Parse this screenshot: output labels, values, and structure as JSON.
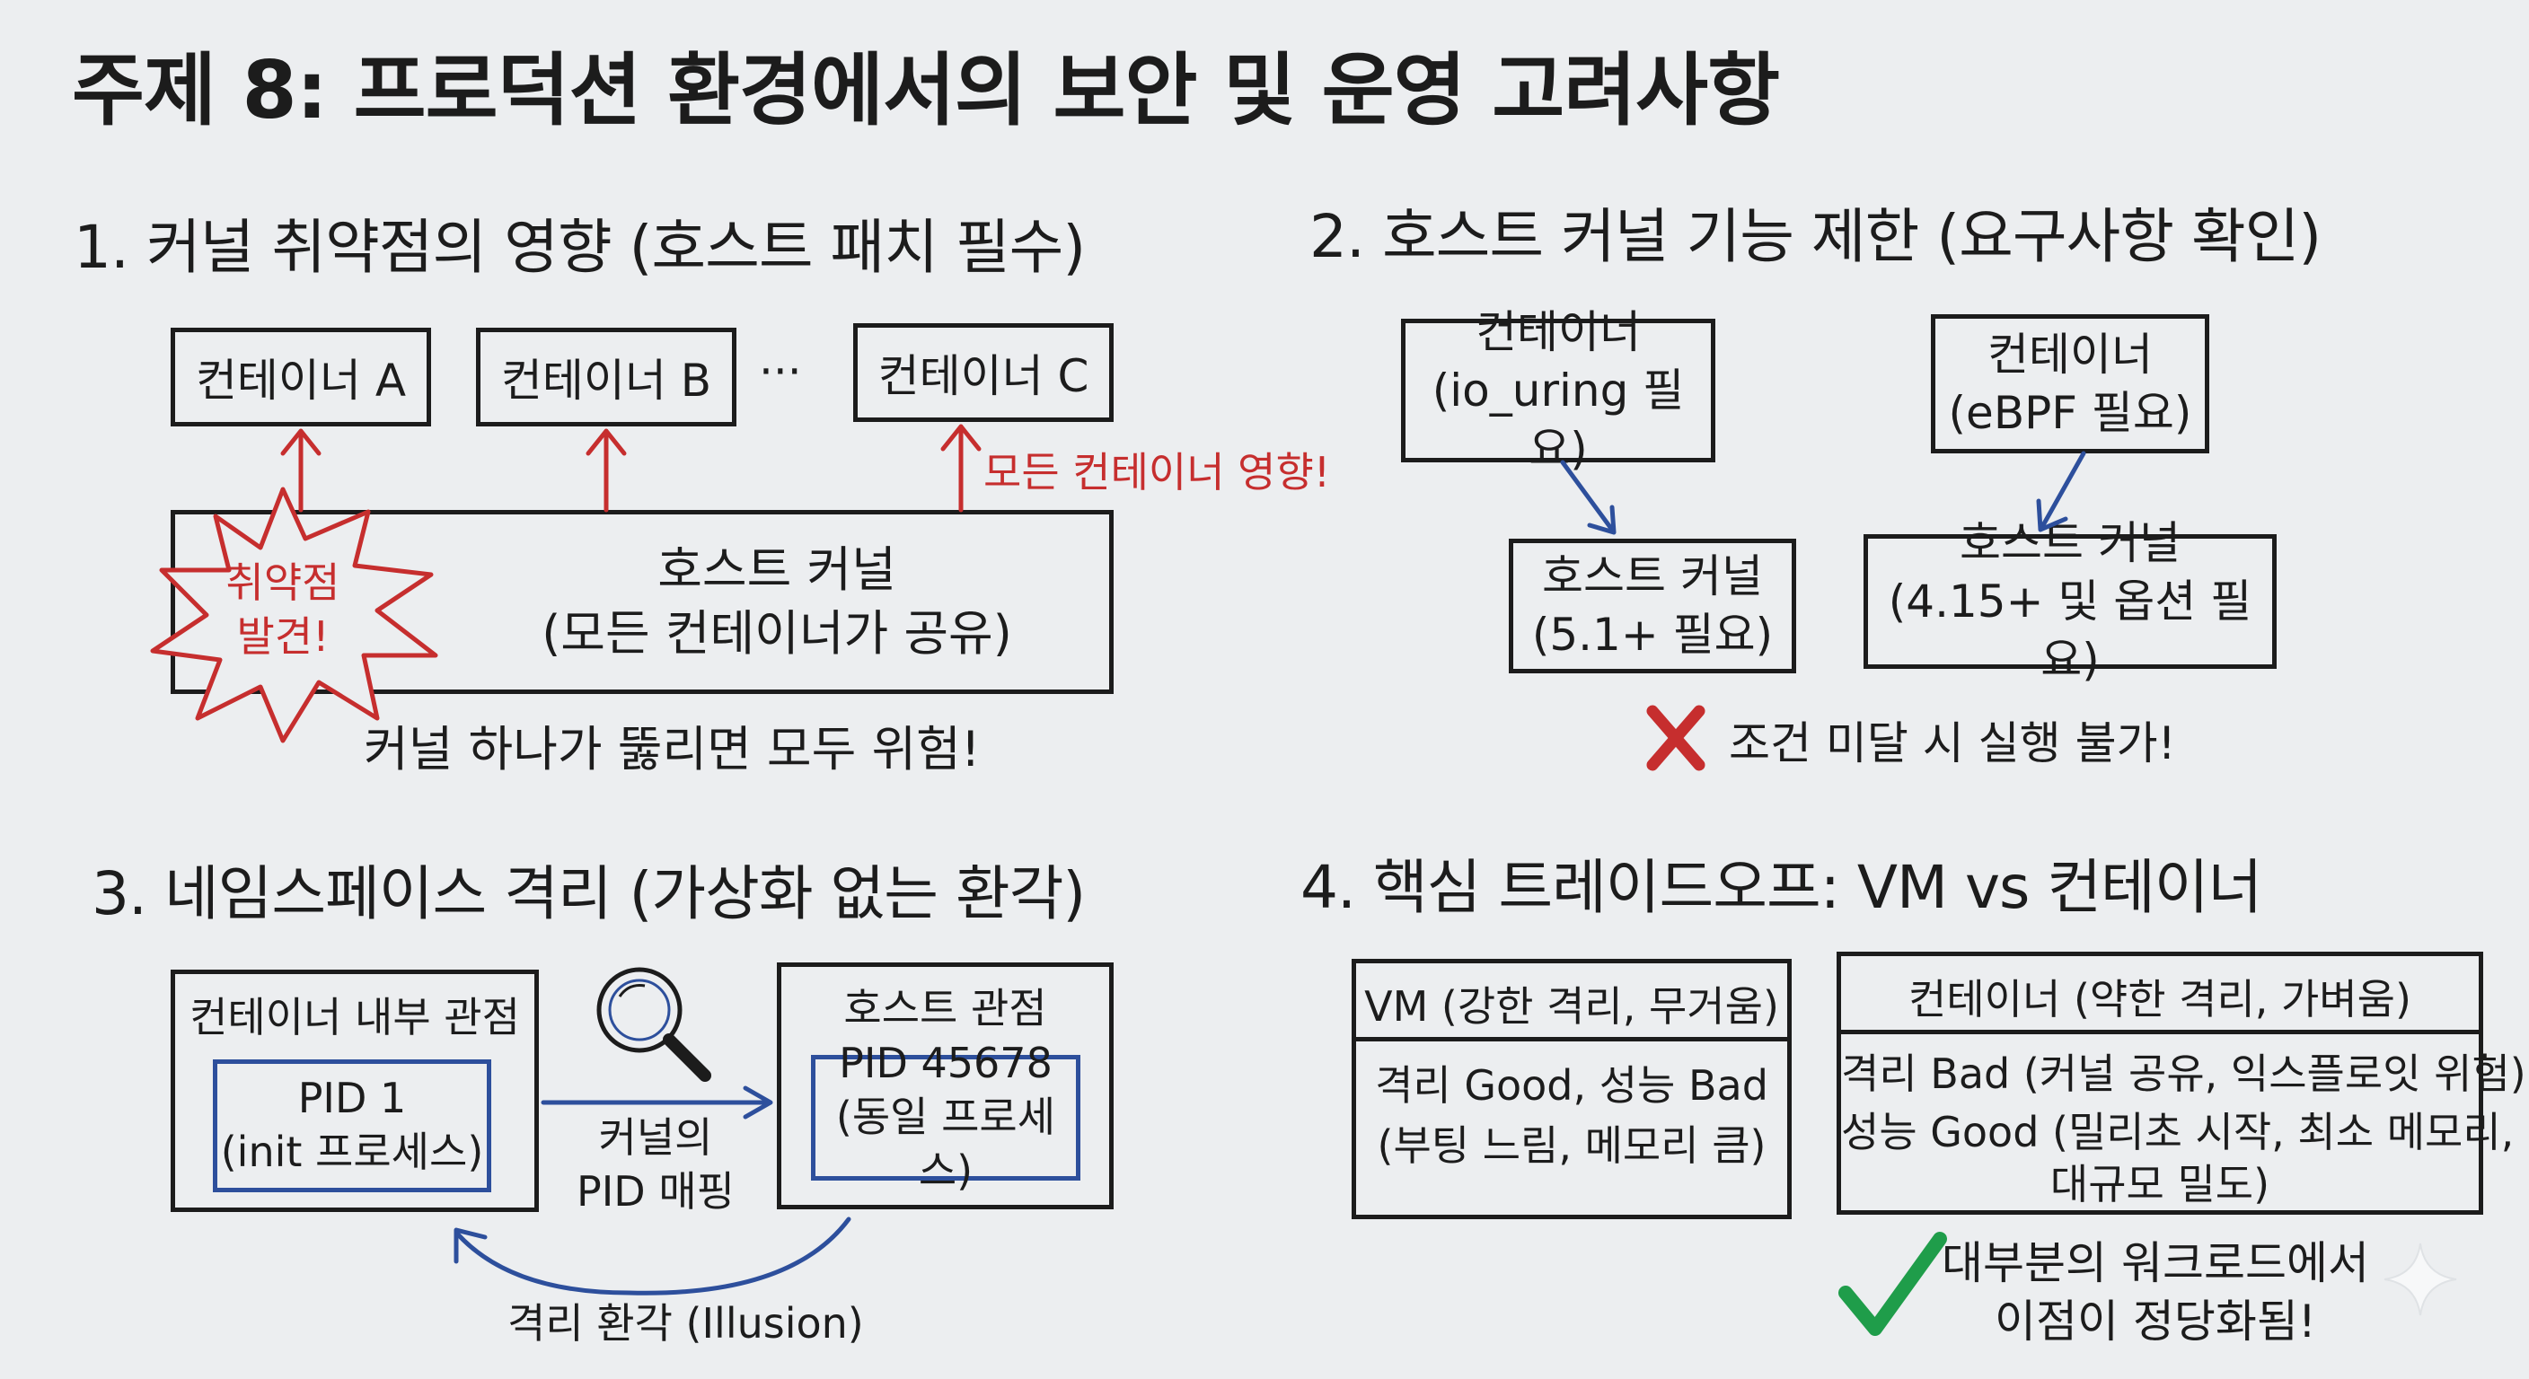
{
  "title": "주제 8: 프로덕션 환경에서의 보안 및 운영 고려사항",
  "s1": {
    "heading": "1. 커널 취약점의 영향 (호스트 패치 필수)",
    "container_a": "컨테이너 A",
    "container_b": "컨테이너 B",
    "ellipsis": "···",
    "container_c": "컨테이너 C",
    "all_affected": "모든 컨테이너 영향!",
    "kernel_line1": "호스트 커널",
    "kernel_line2": "(모든 컨테이너가 공유)",
    "vuln_line1": "취약점",
    "vuln_line2": "발견!",
    "caption": "커널 하나가 뚫리면 모두 위험!"
  },
  "s2": {
    "heading": "2. 호스트 커널 기능 제한 (요구사항 확인)",
    "c1_line1": "컨테이너",
    "c1_line2": "(io_uring 필요)",
    "c2_line1": "컨테이너",
    "c2_line2": "(eBPF 필요)",
    "k1_line1": "호스트 커널",
    "k1_line2": "(5.1+ 필요)",
    "k2_line1": "호스트 커널",
    "k2_line2": "(4.15+ 및 옵션 필요)",
    "fail": "조건 미달 시 실행 불가!"
  },
  "s3": {
    "heading": "3. 네임스페이스 격리 (가상화 없는 환각)",
    "inside_title": "컨테이너 내부 관점",
    "pid1": "PID 1",
    "pid1_sub": "(init 프로세스)",
    "host_title": "호스트 관점",
    "pid2": "PID 45678",
    "pid2_sub": "(동일 프로세스)",
    "map_line1": "커널의",
    "map_line2": "PID 매핑",
    "illusion": "격리 환각 (Illusion)"
  },
  "s4": {
    "heading": "4. 핵심 트레이드오프: VM vs 컨테이너",
    "vm_header": "VM (강한 격리, 무거움)",
    "vm_line1": "격리 Good, 성능 Bad",
    "vm_line2": "(부팅 느림, 메모리 큼)",
    "ct_header": "컨테이너 (약한 격리, 가벼움)",
    "ct_line1": "격리 Bad (커널 공유, 익스플로잇 위험)",
    "ct_line2": "성능 Good (밀리초 시작, 최소 메모리,",
    "ct_line3": "대규모 밀도)",
    "conclusion_line1": "대부분의 워크로드에서",
    "conclusion_line2": "이점이 정당화됨!"
  },
  "colors": {
    "red": "#c62e2e",
    "blue": "#2d4f9c",
    "green": "#1f9d4a",
    "ink": "#1c1c1c"
  }
}
